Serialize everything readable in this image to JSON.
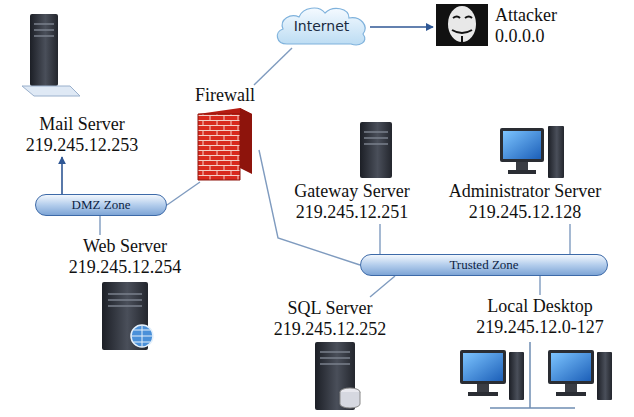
{
  "diagram": {
    "nodes": [
      {
        "text": [
          "Internet"
        ]
      },
      {
        "text": [
          "Attacker",
          "0.0.0.0"
        ]
      },
      {
        "text": [
          "Firewall"
        ]
      },
      {
        "text": [
          "Mail Server",
          "219.245.12.253"
        ]
      },
      {
        "text": [
          "DMZ Zone"
        ]
      },
      {
        "text": [
          "Web Server",
          "219.245.12.254"
        ]
      },
      {
        "text": [
          "Gateway Server",
          "219.245.12.251"
        ]
      },
      {
        "text": [
          "Administrator Server",
          "219.245.12.128"
        ]
      },
      {
        "text": [
          "Trusted Zone"
        ]
      },
      {
        "text": [
          "SQL Server",
          "219.245.12.252"
        ]
      },
      {
        "text": [
          "Local Desktop",
          "219.245.12.0-127"
        ]
      }
    ],
    "edges": [
      {
        "from": 0,
        "to": 1,
        "arrow": "to"
      },
      {
        "from": 2,
        "to": 0,
        "arrow": "none"
      },
      {
        "from": 2,
        "to": 4,
        "arrow": "none"
      },
      {
        "from": 2,
        "to": 8,
        "arrow": "none"
      },
      {
        "from": 4,
        "to": 3,
        "arrow": "to"
      },
      {
        "from": 4,
        "to": 5,
        "arrow": "none"
      },
      {
        "from": 6,
        "to": 8,
        "arrow": "none"
      },
      {
        "from": 7,
        "to": 8,
        "arrow": "none"
      },
      {
        "from": 8,
        "to": 9,
        "arrow": "none"
      },
      {
        "from": 8,
        "to": 10,
        "arrow": "none"
      }
    ]
  }
}
